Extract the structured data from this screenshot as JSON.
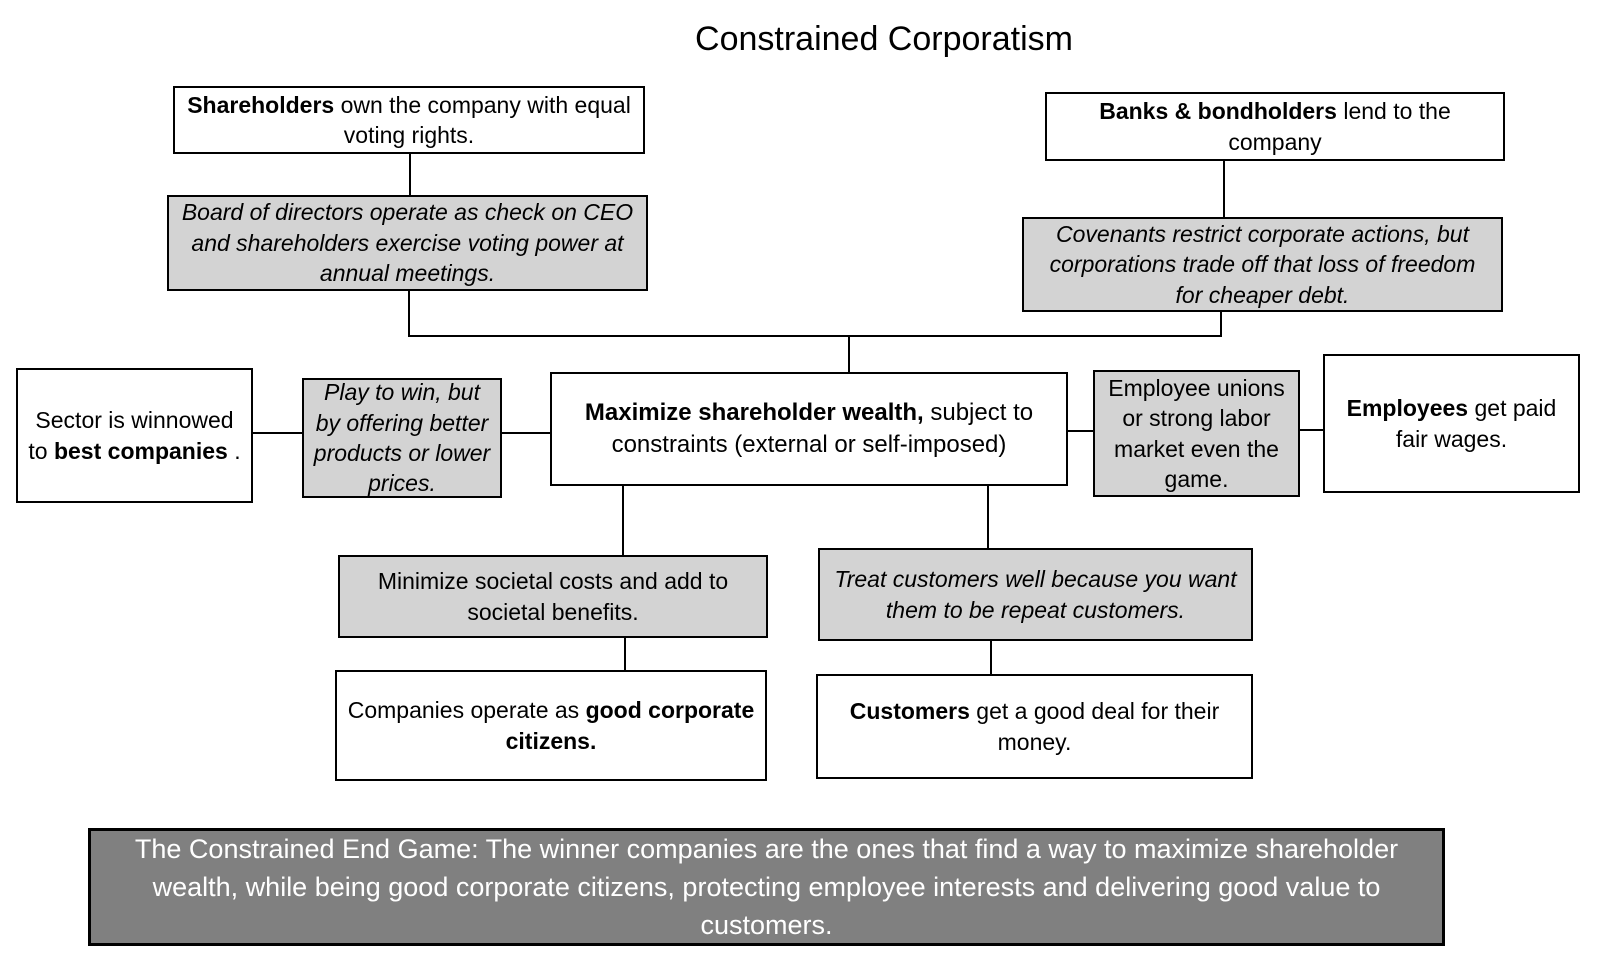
{
  "title": "Constrained Corporatism",
  "colors": {
    "background": "#ffffff",
    "node_fill_white": "#ffffff",
    "node_fill_gray": "#d3d3d3",
    "node_fill_dark_gray": "#808080",
    "border": "#000000",
    "connector": "#000000",
    "text": "#000000",
    "text_on_dark": "#ffffff"
  },
  "nodes": {
    "shareholders": {
      "segments": [
        {
          "t": "Shareholders",
          "b": true
        },
        {
          "t": " own the company with equal voting rights.",
          "b": false
        }
      ]
    },
    "banks": {
      "segments": [
        {
          "t": "Banks & bondholders",
          "b": true
        },
        {
          "t": " lend to the company",
          "b": false
        }
      ]
    },
    "board": {
      "segments": [
        {
          "t": "Board of directors operate as check on CEO and shareholders exercise voting power at annual meetings.",
          "b": false
        }
      ]
    },
    "covenants": {
      "segments": [
        {
          "t": "Covenants restrict corporate actions, but corporations trade off that loss of freedom for cheaper debt.",
          "b": false
        }
      ]
    },
    "sector": {
      "segments": [
        {
          "t": "Sector is winnowed to ",
          "b": false
        },
        {
          "t": "best companies",
          "b": true
        },
        {
          "t": " .",
          "b": false
        }
      ]
    },
    "play": {
      "segments": [
        {
          "t": "Play to win, but by offering better products or lower prices.",
          "b": false
        }
      ]
    },
    "maximize": {
      "segments": [
        {
          "t": "Maximize shareholder wealth,",
          "b": true
        },
        {
          "t": " subject to constraints (external or self-imposed)",
          "b": false
        }
      ]
    },
    "unions": {
      "segments": [
        {
          "t": "Employee unions or strong labor market even the game.",
          "b": false
        }
      ]
    },
    "employees": {
      "segments": [
        {
          "t": "Employees",
          "b": true
        },
        {
          "t": " get paid fair wages.",
          "b": false
        }
      ]
    },
    "minimize": {
      "segments": [
        {
          "t": "Minimize societal costs and add to societal benefits.",
          "b": false
        }
      ]
    },
    "treat": {
      "segments": [
        {
          "t": "Treat customers well because you want them to be repeat customers.",
          "b": false
        }
      ]
    },
    "companies": {
      "segments": [
        {
          "t": "Companies operate as ",
          "b": false
        },
        {
          "t": "good corporate citizens.",
          "b": true
        }
      ]
    },
    "customers": {
      "segments": [
        {
          "t": "Customers",
          "b": true
        },
        {
          "t": " get a good deal for their money.",
          "b": false
        }
      ]
    },
    "endgame": {
      "segments": [
        {
          "t": "The Constrained End Game: The winner companies are the ones that find a way to maximize shareholder wealth, while being good corporate citizens, protecting employee interests and delivering good value to customers.",
          "b": false
        }
      ]
    }
  }
}
